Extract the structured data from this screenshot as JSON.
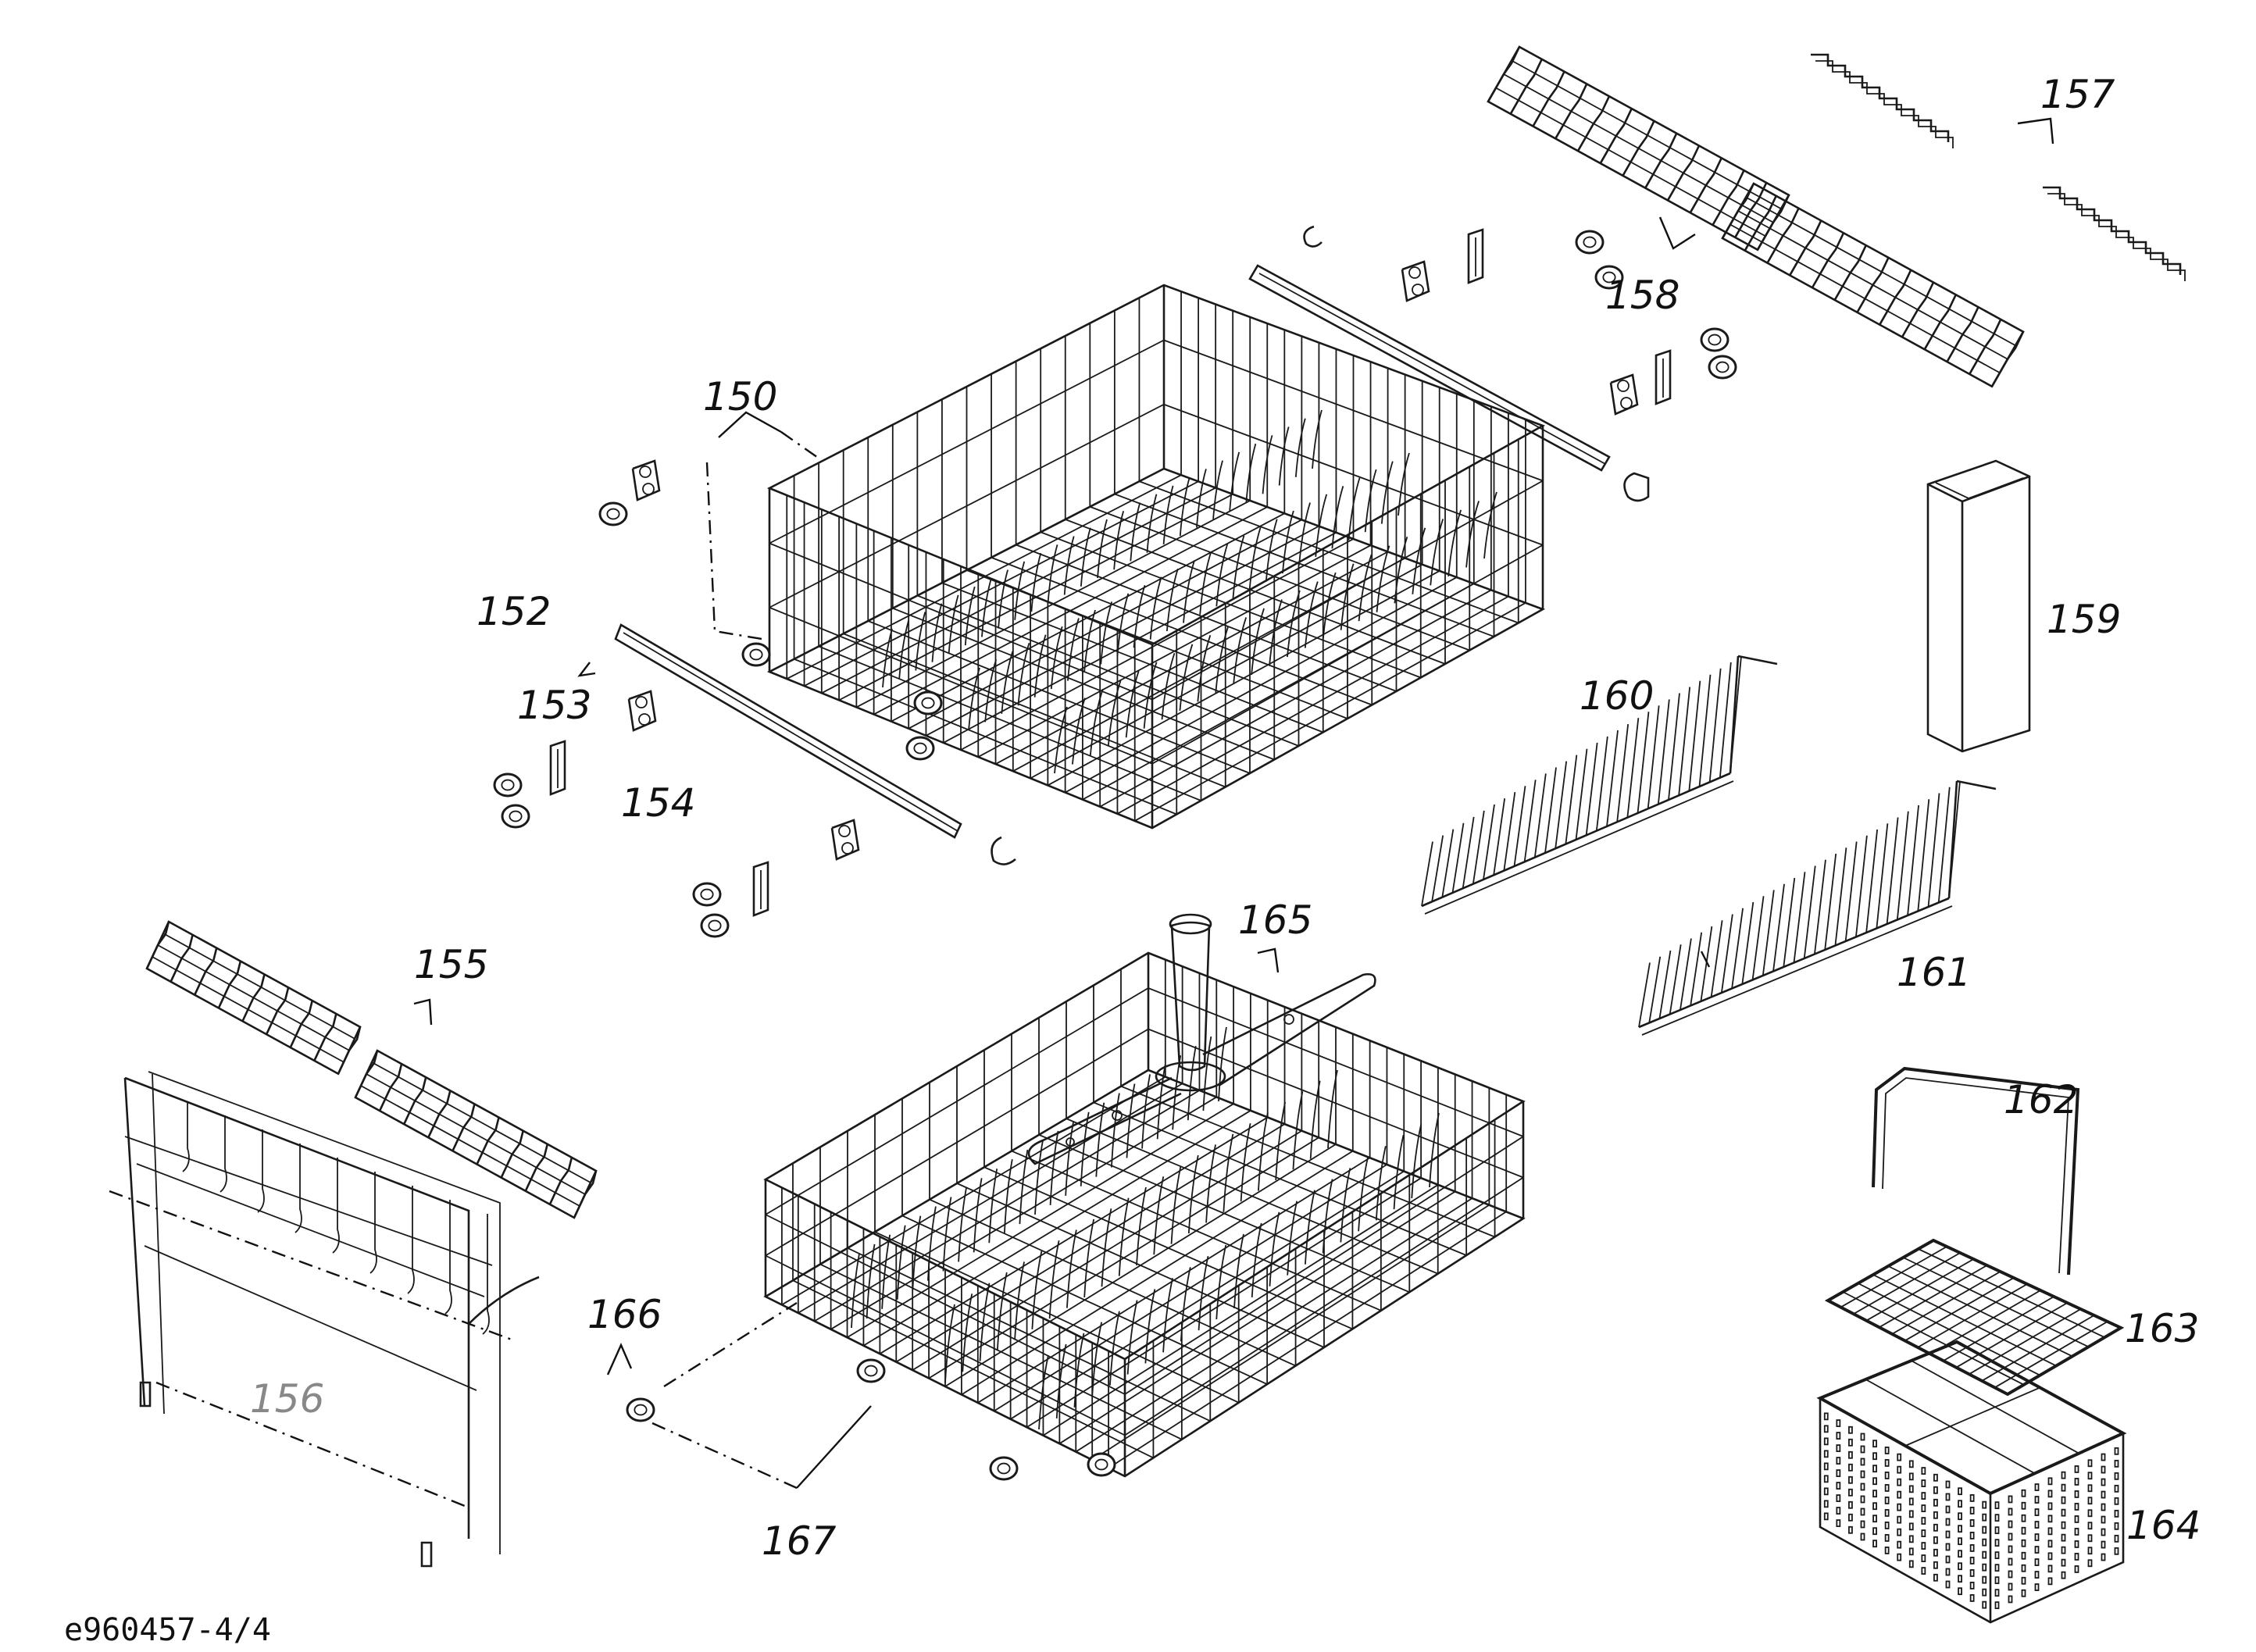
{
  "diagram": {
    "callouts": [
      {
        "id": "150",
        "text": "150"
      },
      {
        "id": "152",
        "text": "152"
      },
      {
        "id": "153",
        "text": "153"
      },
      {
        "id": "154",
        "text": "154"
      },
      {
        "id": "155",
        "text": "155"
      },
      {
        "id": "156",
        "text": "156"
      },
      {
        "id": "157",
        "text": "157"
      },
      {
        "id": "158",
        "text": "158"
      },
      {
        "id": "159",
        "text": "159"
      },
      {
        "id": "160",
        "text": "160"
      },
      {
        "id": "161",
        "text": "161"
      },
      {
        "id": "162",
        "text": "162"
      },
      {
        "id": "163",
        "text": "163"
      },
      {
        "id": "164",
        "text": "164"
      },
      {
        "id": "165",
        "text": "165"
      },
      {
        "id": "166",
        "text": "166"
      },
      {
        "id": "167",
        "text": "167"
      }
    ],
    "document_id": "e960457-4/4"
  }
}
